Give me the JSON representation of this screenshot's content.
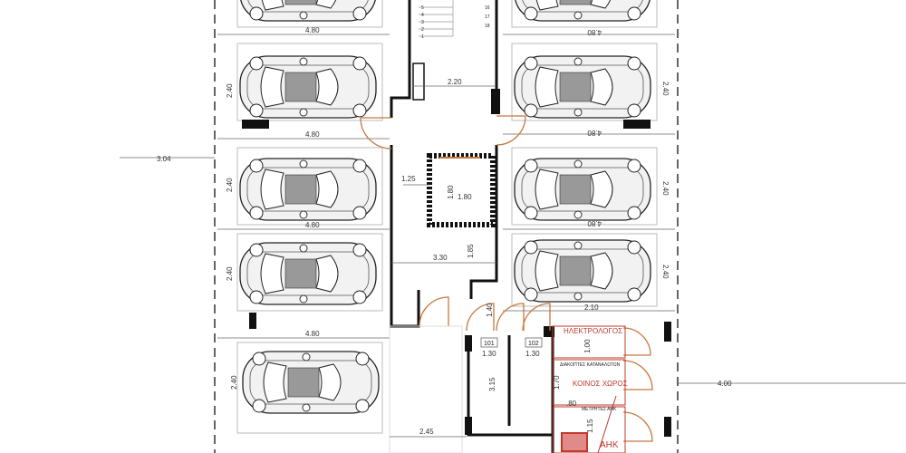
{
  "plan": {
    "dimensions": {
      "left_bay_length": [
        "4.80",
        "4.80",
        "4.80",
        "4.80"
      ],
      "left_bay_width": [
        "2.40",
        "2.40",
        "2.40",
        "2.40"
      ],
      "left_offset": "3.04",
      "right_bay_length": [
        "4.80",
        "4.80",
        "4.80"
      ],
      "right_bay_width": [
        "2.40",
        "2.40",
        "2.40"
      ],
      "right_corridor": "2.10",
      "right_offset": "4.00",
      "stair_width": "2.20",
      "lobby_gap": "1.25",
      "lift_h": "1.80",
      "lift_w": "1.80",
      "lobby_width": "3.30",
      "lobby_depth": "1.85",
      "door_gap": "1.40",
      "storage_101_w": "1.30",
      "storage_102_w": "1.30",
      "storage_depth": "3.15",
      "passage": "2.45",
      "elec_room": "1.00",
      "common_room": "1.70",
      "meter_gap": ".80",
      "ahk_room": "1.15"
    },
    "rooms": {
      "storage_101": "101",
      "storage_102": "102",
      "electrician": "ΗΛΕΚΤΡΟΛΟΓΟΣ",
      "consumer_switches": "ΔΙΑΚΟΠΤΕΣ ΚΑΤΑΝΑΛΩΤΩΝ",
      "common_area": "ΚΟΙΝΟΣ ΧΩΡΟΣ",
      "meters": "ΜΕΤΡΗΤΕΣ ΑΗΚ",
      "ahk": "ΑΗΚ"
    },
    "stair_numbers": [
      "1",
      "2",
      "3",
      "4",
      "5"
    ],
    "stair_numbers_right": [
      "16",
      "17",
      "18"
    ],
    "colors": {
      "door": "#c8783c",
      "annotation": "#c0392b",
      "wall": "#111111"
    }
  }
}
